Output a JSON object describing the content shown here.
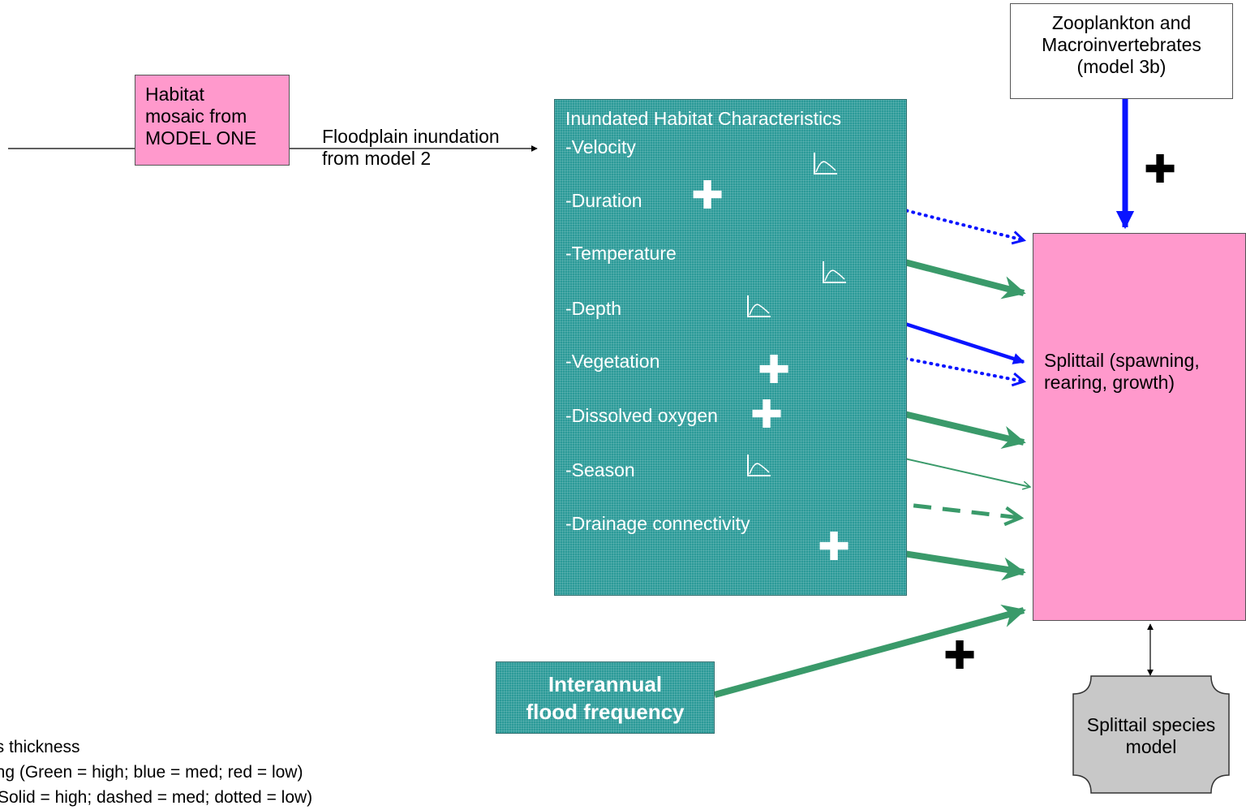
{
  "habitat_box": {
    "lines": [
      "Habitat",
      "mosaic from",
      "MODEL ONE"
    ]
  },
  "inundation_label": {
    "lines": [
      "Floodplain inundation",
      "from model 2"
    ]
  },
  "inundated_panel": {
    "title": "Inundated Habitat Characteristics",
    "items": [
      "-Velocity",
      "-Duration",
      "-Temperature",
      "-Depth",
      "-Vegetation",
      "-Dissolved oxygen",
      "-Season",
      "-Drainage connectivity"
    ]
  },
  "zooplankton_box": {
    "lines": [
      "Zooplankton and",
      "Macroinvertebrates",
      "(model 3b)"
    ]
  },
  "splittail_box": {
    "lines": [
      "Splittail (spawning,",
      "rearing, growth)"
    ]
  },
  "flood_frequency_box": {
    "lines": [
      "Interannual",
      "flood frequency"
    ]
  },
  "species_model_box": {
    "lines": [
      "Splittail species",
      "model"
    ]
  },
  "plus_sign": "✚",
  "legend": {
    "lines": [
      "is thickness",
      "ing (Green = high; blue = med; red = low)",
      "(Solid = high; dashed = med; dotted = low)"
    ]
  },
  "colors": {
    "green": "#3a9a6a",
    "blue": "#0a14ff",
    "pink": "#ff99cc",
    "teal": "#2b9a98",
    "gray": "#c8c8c8"
  }
}
